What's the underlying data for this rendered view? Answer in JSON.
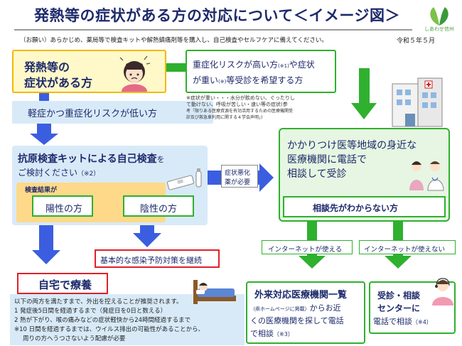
{
  "header": {
    "title": "発熱等の症状がある方の対応について＜イメージ図＞",
    "logo_text": "しあわせ信州",
    "notice": "（お願い）あらかじめ、薬局等で検査キットや解熱鎮痛剤等を購入し、自己検査やセルフケアに備えてください。",
    "date": "令和５年５月"
  },
  "symptom_box": {
    "line1": "発熱等の",
    "line2": "症状がある方"
  },
  "low_risk_box": {
    "label": "軽症かつ重症化リスクが低い方"
  },
  "high_risk_box": {
    "line1_a": "重症化リスクが高い方",
    "line1_note": "(※1)",
    "line1_b": "や症状",
    "line2_a": "が重い",
    "line2_note": "(※)",
    "line2_b": "等受診を希望する方"
  },
  "high_risk_note": {
    "line1": "※症状が重い・・・水分が飲めない、ぐったりし",
    "line2": "て動けない、呼吸が苦しい・速い等の症状",
    "line2_suffix": "(参",
    "line3": "考「限りある医療資源を有効活用するための医療機関受",
    "line4": "診及び救急車利用に関する４学会声明」)"
  },
  "self_test_box": {
    "line1_a": "抗原検査キットによる自己検査",
    "line1_b": "を",
    "line2": "ご検討ください",
    "line2_note": "（※2）",
    "result_label": "検査結果が",
    "positive": "陽性の方",
    "negative": "陰性の方"
  },
  "worsen_label": {
    "line1": "症状悪化",
    "line2": "薬が必要"
  },
  "clinic_box": {
    "line1": "かかりつけ医等地域の身近な",
    "line2": "医療機関に電話で",
    "line3": "相談して受診",
    "unknown": "相談先がわからない方"
  },
  "basic_measures": "基本的な感染予防対策を継続",
  "home_care": {
    "title": "自宅で療養",
    "line1": "以下の両方を満たすまで、外出を控えることが推奨されます。",
    "line2": "1 発症後5日間を経過するまで（発症日を0日と数える）",
    "line3": "2 熱が下がり、喉の痛みなどの症状軽快から24時間経過するまで",
    "line4": "※10 日間を経過するまでは、ウイルス排出の可能性があることから、",
    "line5": "周りの方へうつさないよう配慮が必要"
  },
  "internet_yes": "インターネットが使える",
  "internet_no": "インターネットが使えない",
  "outpatient_box": {
    "title": "外来対応医療機関一覧",
    "line2_a": "（県ホームページに掲載）",
    "line2_b": "からお近",
    "line3": "くの医療機関を探して電話",
    "line4": "で相談",
    "line4_note": "（※3）"
  },
  "center_box": {
    "line1": "受診・相談",
    "line2": "センターに",
    "line3": "電話で相談",
    "line3_note": "（※4）"
  },
  "colors": {
    "navy": "#1d2a6b",
    "blue_arrow": "#3b5ee0",
    "green_arrow": "#2fb02f",
    "yellow_border": "#f0b900",
    "red_border": "#e0202a"
  }
}
